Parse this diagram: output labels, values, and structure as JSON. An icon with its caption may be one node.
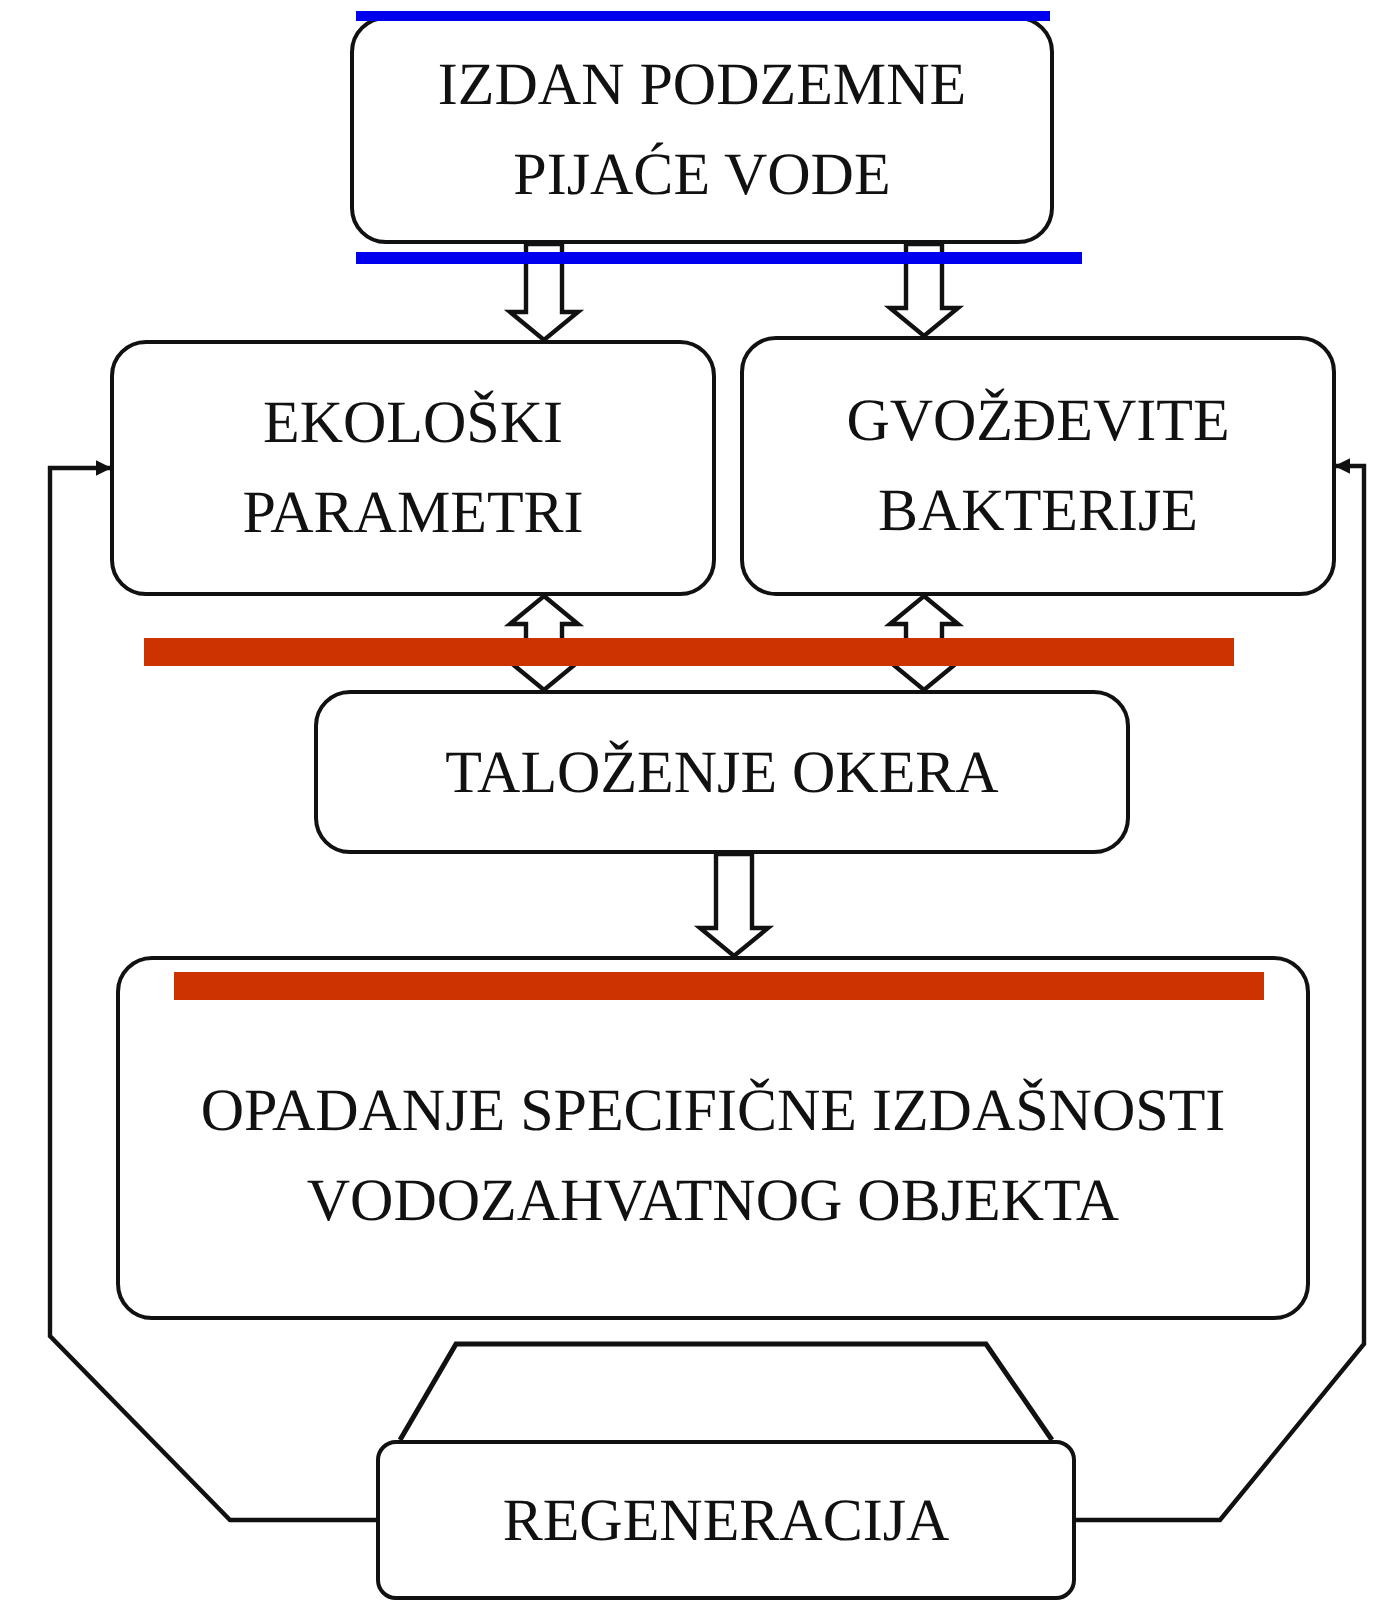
{
  "diagram": {
    "nodes": [
      {
        "text": [
          "IZDAN PODZEMNE PIJAĆE VODE"
        ]
      },
      {
        "text": [
          "EKOLOŠKI PARAMETRI"
        ]
      },
      {
        "text": [
          "GVOŽĐEVITE BAKTERIJE"
        ]
      },
      {
        "text": [
          "TALOŽENJE OKERA"
        ]
      },
      {
        "text": [
          "OPADANJE SPECIFIČNE IZDAŠNOSTI VODOZAHVATNOG OBJEKTA"
        ]
      },
      {
        "text": [
          "REGENERACIJA"
        ]
      }
    ],
    "edges": [
      {
        "from": 0,
        "to": 1,
        "arrow": "to"
      },
      {
        "from": 0,
        "to": 2,
        "arrow": "to"
      },
      {
        "from": 1,
        "to": 3,
        "arrow": "both"
      },
      {
        "from": 2,
        "to": 3,
        "arrow": "both"
      },
      {
        "from": 3,
        "to": 4,
        "arrow": "to"
      },
      {
        "from": 5,
        "to": 1,
        "arrow": "to"
      },
      {
        "from": 5,
        "to": 2,
        "arrow": "to"
      }
    ]
  }
}
